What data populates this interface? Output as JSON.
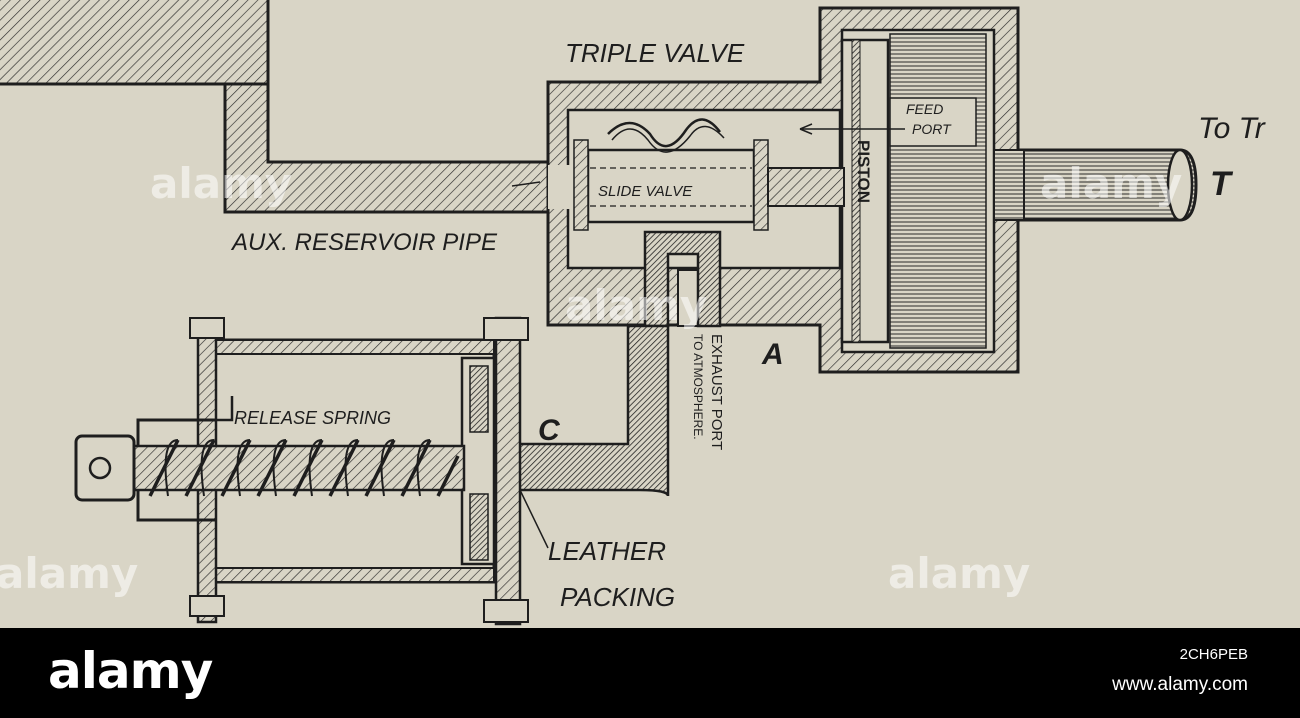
{
  "diagram": {
    "labels": {
      "triple_valve": "TRIPLE VALVE",
      "feed_port_1": "FEED",
      "feed_port_2": "PORT",
      "to_train": "To Tr",
      "t_letter": "T",
      "slide_valve": "SLIDE VALVE",
      "piston": "PISTON",
      "aux_reservoir_pipe": "AUX. RESERVOIR PIPE",
      "exhaust_port_1": "EXHAUST PORT",
      "exhaust_port_2": "TO ATMOSPHERE.",
      "a_letter": "A",
      "release_spring": "RELEASE SPRING",
      "c_letter": "C",
      "leather": "LEATHER",
      "packing": "PACKING"
    },
    "watermark": "alamy",
    "colors": {
      "paper": "#d9d5c6",
      "ink": "#1e1e1e",
      "footer": "#000000"
    }
  },
  "footer": {
    "logo": "alamy",
    "image_id": "2CH6PEB",
    "url": "www.alamy.com"
  }
}
